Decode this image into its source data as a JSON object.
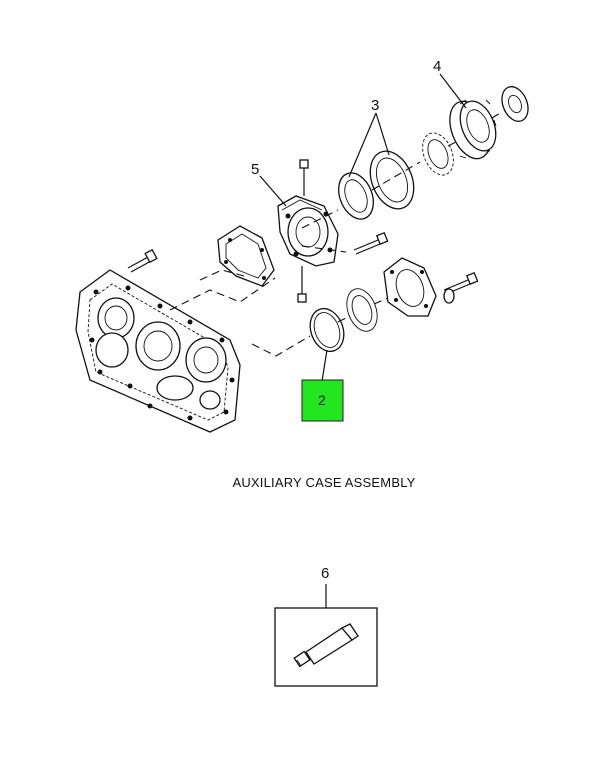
{
  "caption": "AUXILIARY CASE ASSEMBLY",
  "callouts": {
    "c2": "2",
    "c3": "3",
    "c4": "4",
    "c5": "5",
    "c6": "6"
  },
  "highlight_color": "#22e61e"
}
